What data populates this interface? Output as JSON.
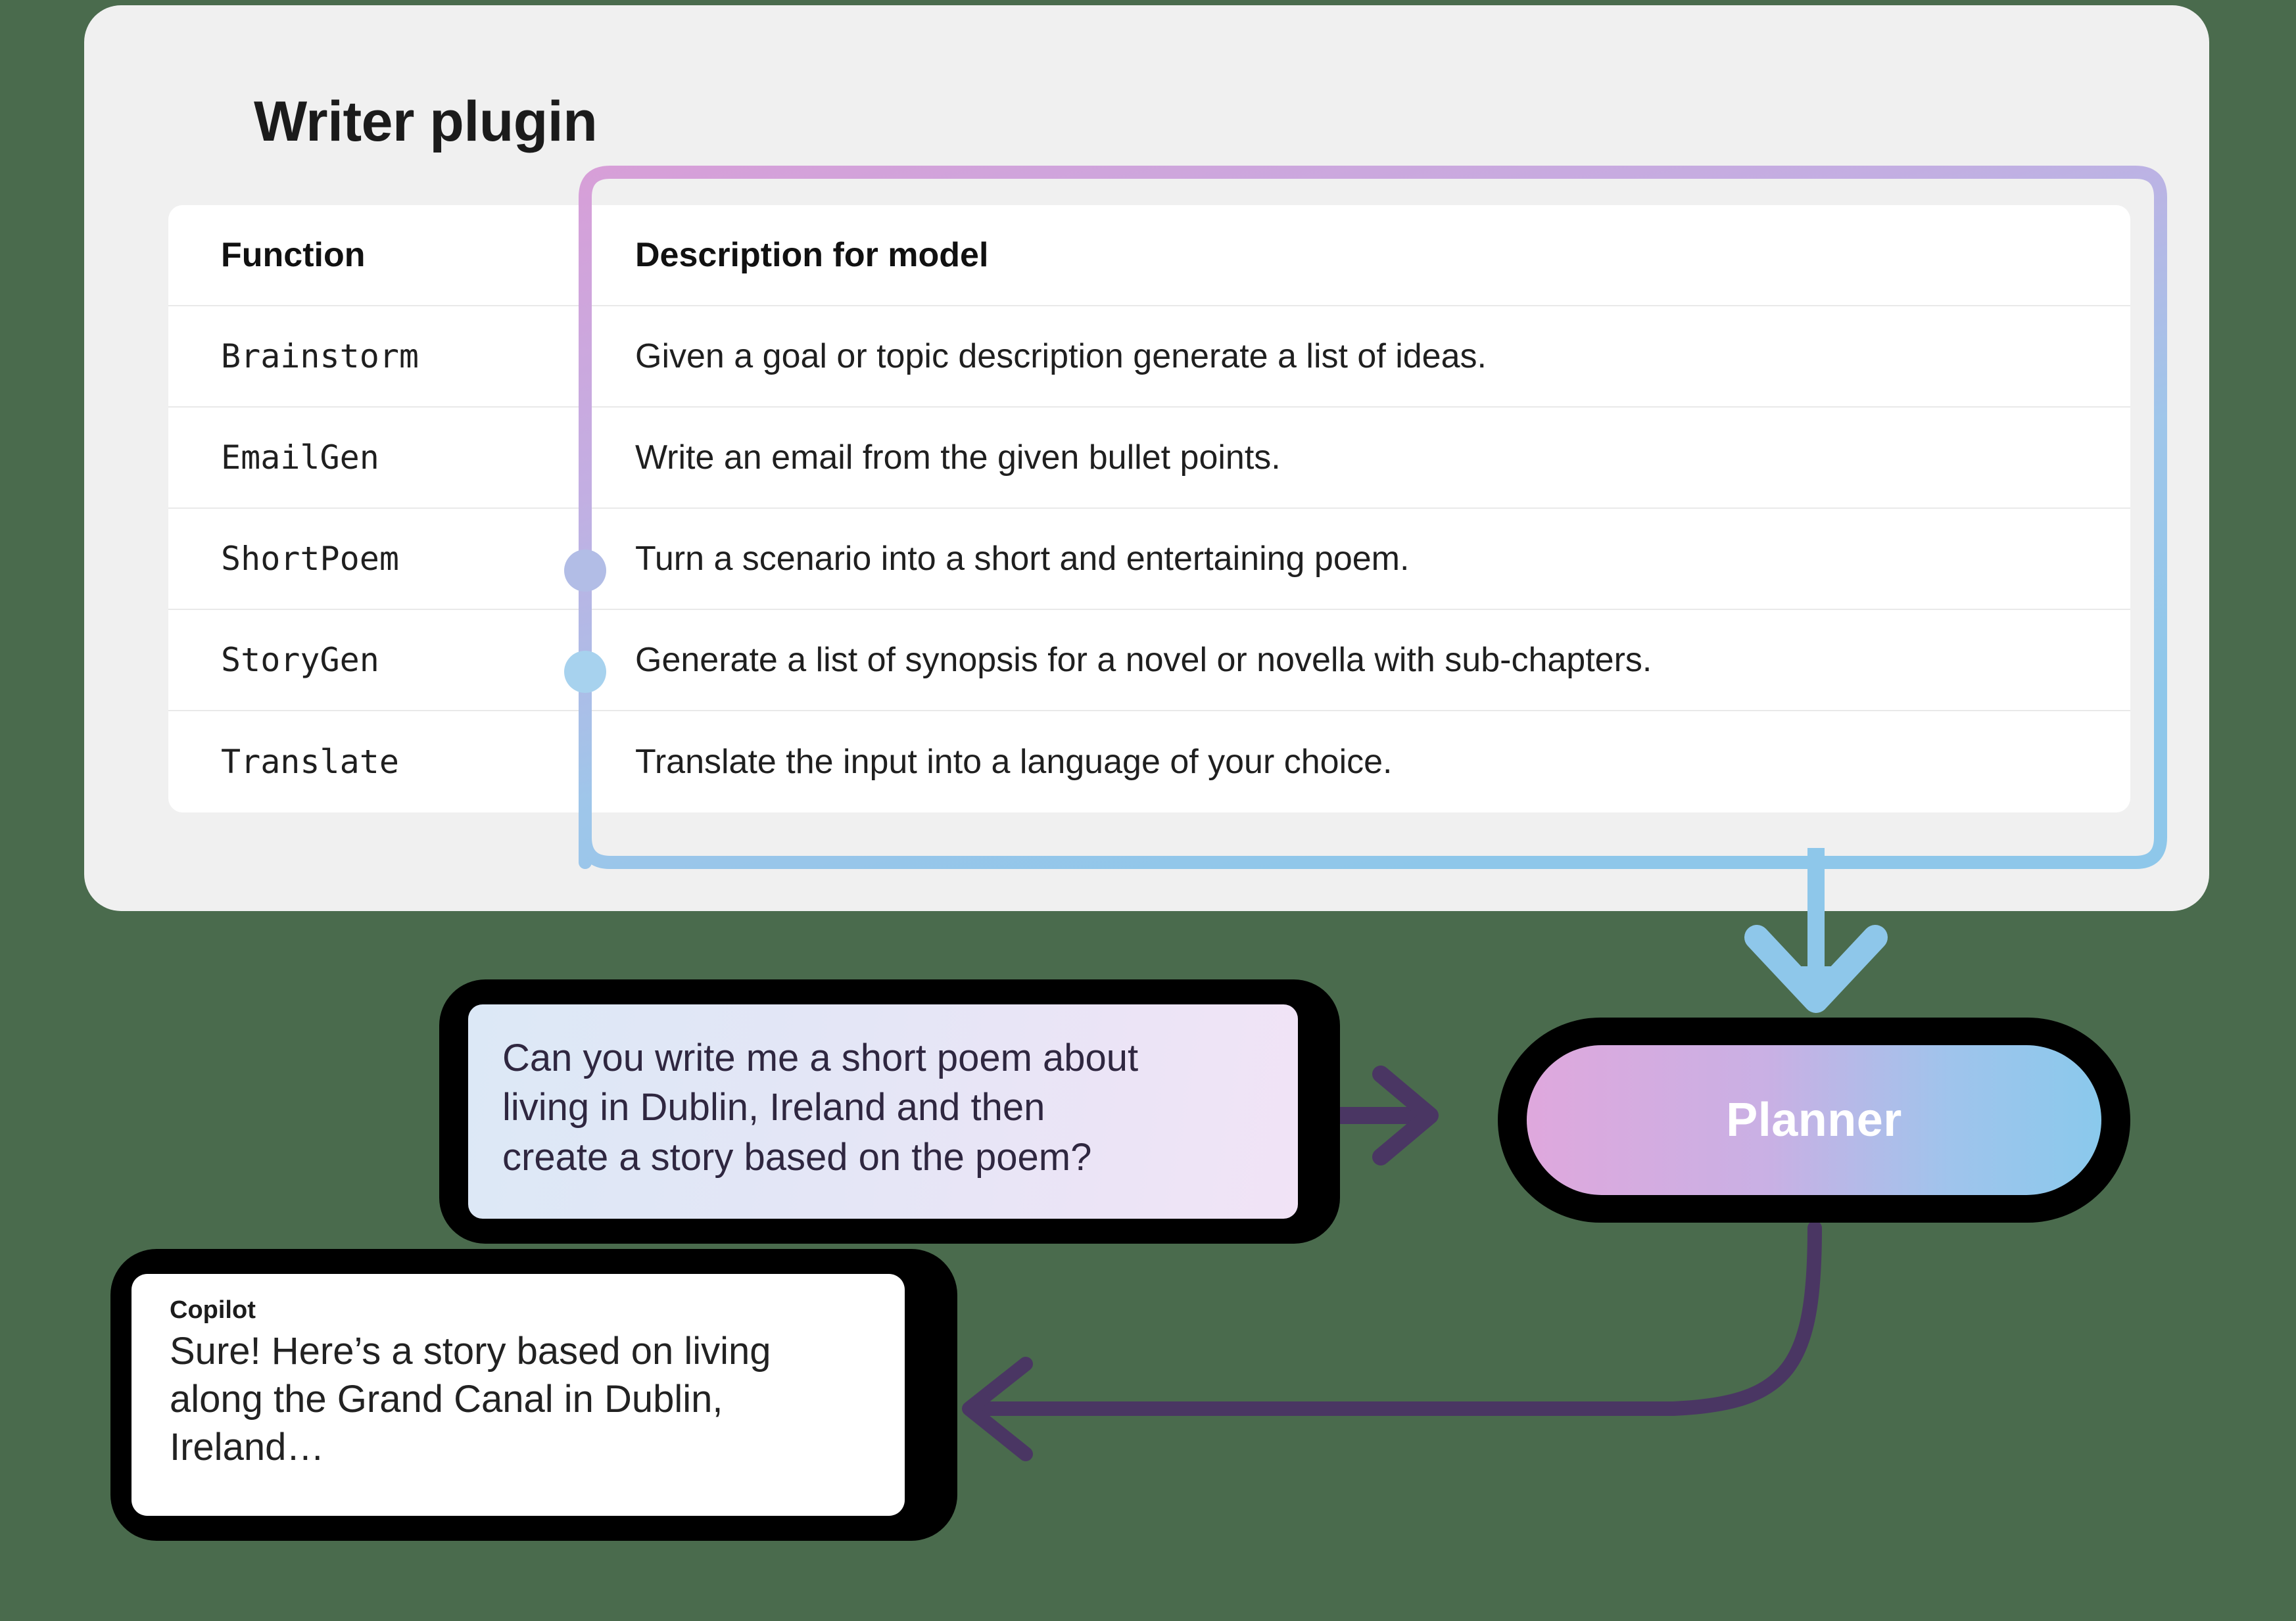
{
  "background": {
    "color": "#4a6b4d"
  },
  "plugin_card": {
    "title": "Writer plugin",
    "bg_color": "#f0f0f0"
  },
  "table": {
    "headers": [
      "Function",
      "Description for model"
    ],
    "rows": [
      {
        "function": "Brainstorm",
        "description": "Given a goal or topic description generate a list of ideas.",
        "marker": null
      },
      {
        "function": "EmailGen",
        "description": "Write an email from the given bullet points.",
        "marker": null
      },
      {
        "function": "ShortPoem",
        "description": "Turn a scenario into a short and entertaining poem.",
        "marker": "#b2bde6"
      },
      {
        "function": "StoryGen",
        "description": "Generate a list of synopsis for a novel or novella with sub-chapters.",
        "marker": "#a7d2ee"
      },
      {
        "function": "Translate",
        "description": "Translate the input into a language of your choice.",
        "marker": null
      }
    ]
  },
  "connector": {
    "name": "bracket-connector",
    "gradient_from": "#d79fd8",
    "gradient_to": "#8ec7ea",
    "arrow_color": "#8ec7ea"
  },
  "chat": {
    "user_message": {
      "text": "Can you write me a short poem about\nliving in Dublin, Ireland and then\ncreate a story based on the poem?",
      "gradient_from": "#dce8f6",
      "gradient_to": "#f1e3f6",
      "text_color": "#2f2740"
    },
    "copilot_message": {
      "label": "Copilot",
      "text": "Sure! Here’s a story based on living\nalong the Grand Canal in Dublin,\nIreland…",
      "bg_color": "#ffffff",
      "text_color": "#222222"
    }
  },
  "planner": {
    "label": "Planner",
    "gradient_from": "#dfa8dd",
    "gradient_to": "#8ac9ec",
    "label_color": "#ffffff"
  },
  "arrows": {
    "user_to_planner": {
      "name": "arrow-user-to-planner",
      "color": "#4a3663",
      "direction": "right"
    },
    "planner_to_copilot": {
      "name": "arrow-planner-to-copilot",
      "color": "#4a3663",
      "direction": "left"
    },
    "bracket_to_planner": {
      "name": "arrow-bracket-to-planner",
      "color": "#8ec7ea",
      "direction": "down"
    }
  }
}
